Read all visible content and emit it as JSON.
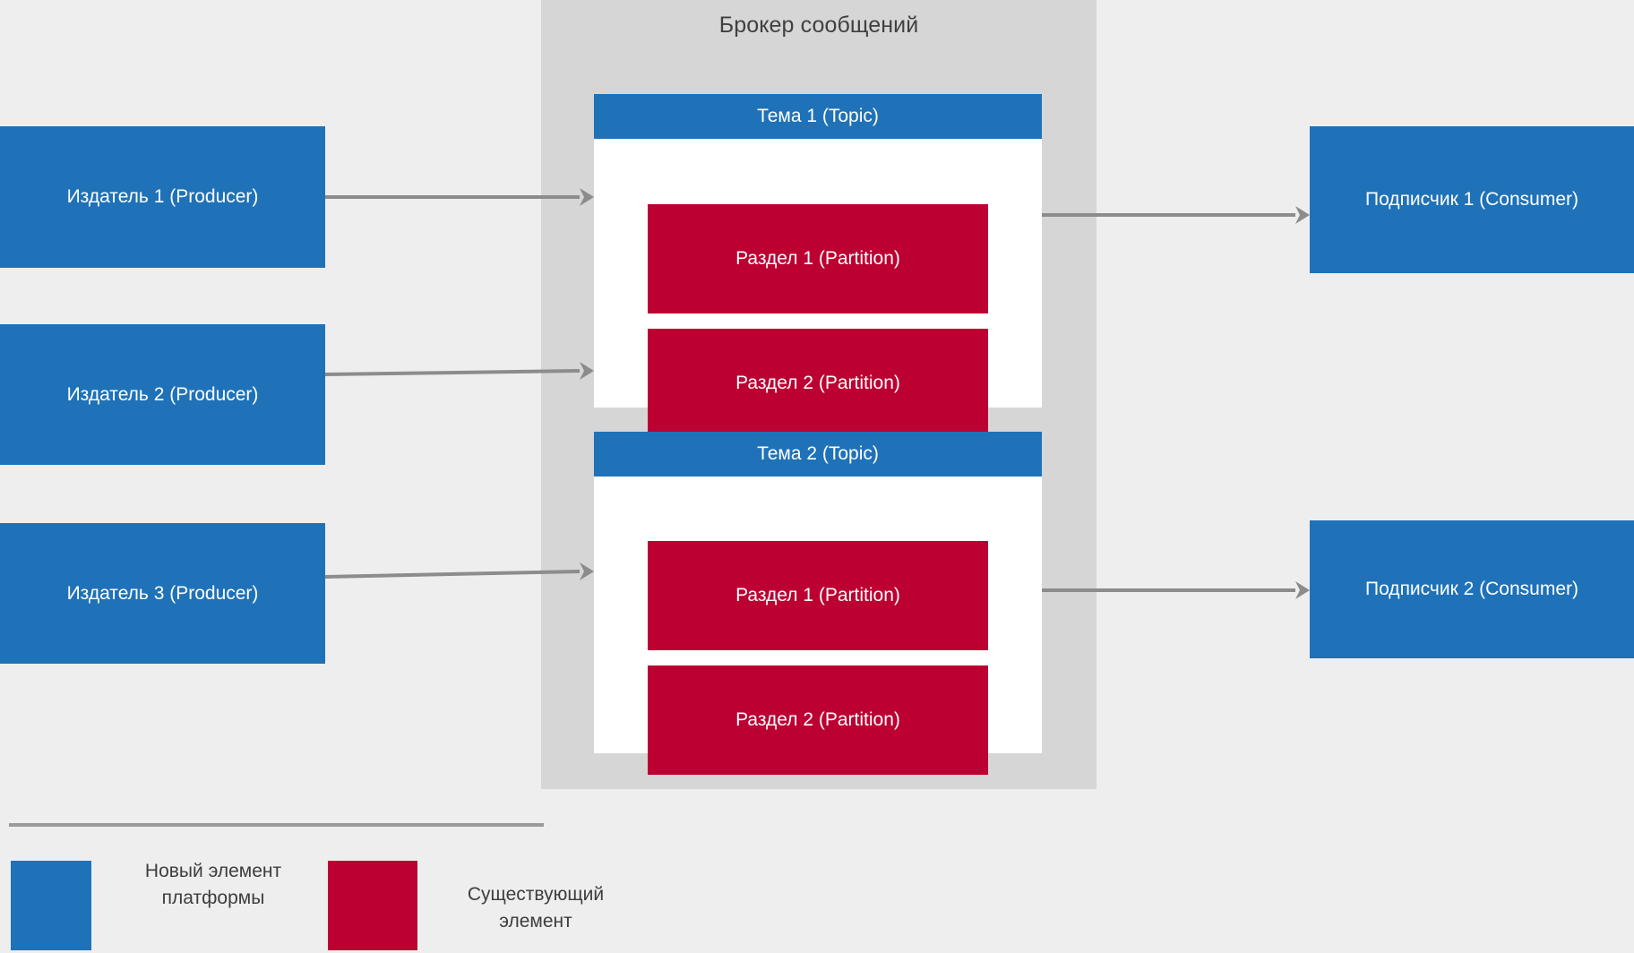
{
  "diagram": {
    "title": "Брокер сообщений",
    "colors": {
      "background": "#eeeeee",
      "broker_fill": "#d6d6d6",
      "new_element": "#1f72b8",
      "existing_element": "#bc0032",
      "topic_body": "#ffffff",
      "arrow": "#8c8c8c",
      "title_text": "#404040",
      "box_text": "#ffffff"
    }
  },
  "producers": [
    {
      "label": "Издатель 1 (Producer)"
    },
    {
      "label": "Издатель 2 (Producer)"
    },
    {
      "label": "Издатель 3 (Producer)"
    }
  ],
  "consumers": [
    {
      "label": "Подписчик 1 (Consumer)"
    },
    {
      "label": "Подписчик 2 (Consumer)"
    }
  ],
  "topics": [
    {
      "label": "Тема 1 (Topic)",
      "partitions": [
        {
          "label": "Раздел 1 (Partition)"
        },
        {
          "label": "Раздел 2 (Partition)"
        }
      ]
    },
    {
      "label": "Тема 2 (Topic)",
      "partitions": [
        {
          "label": "Раздел 1 (Partition)"
        },
        {
          "label": "Раздел 2 (Partition)"
        }
      ]
    }
  ],
  "legend": {
    "items": [
      {
        "swatch_color": "#1f72b8",
        "label": "Новый элемент платформы"
      },
      {
        "swatch_color": "#bc0032",
        "label": "Существующий элемент"
      }
    ]
  }
}
